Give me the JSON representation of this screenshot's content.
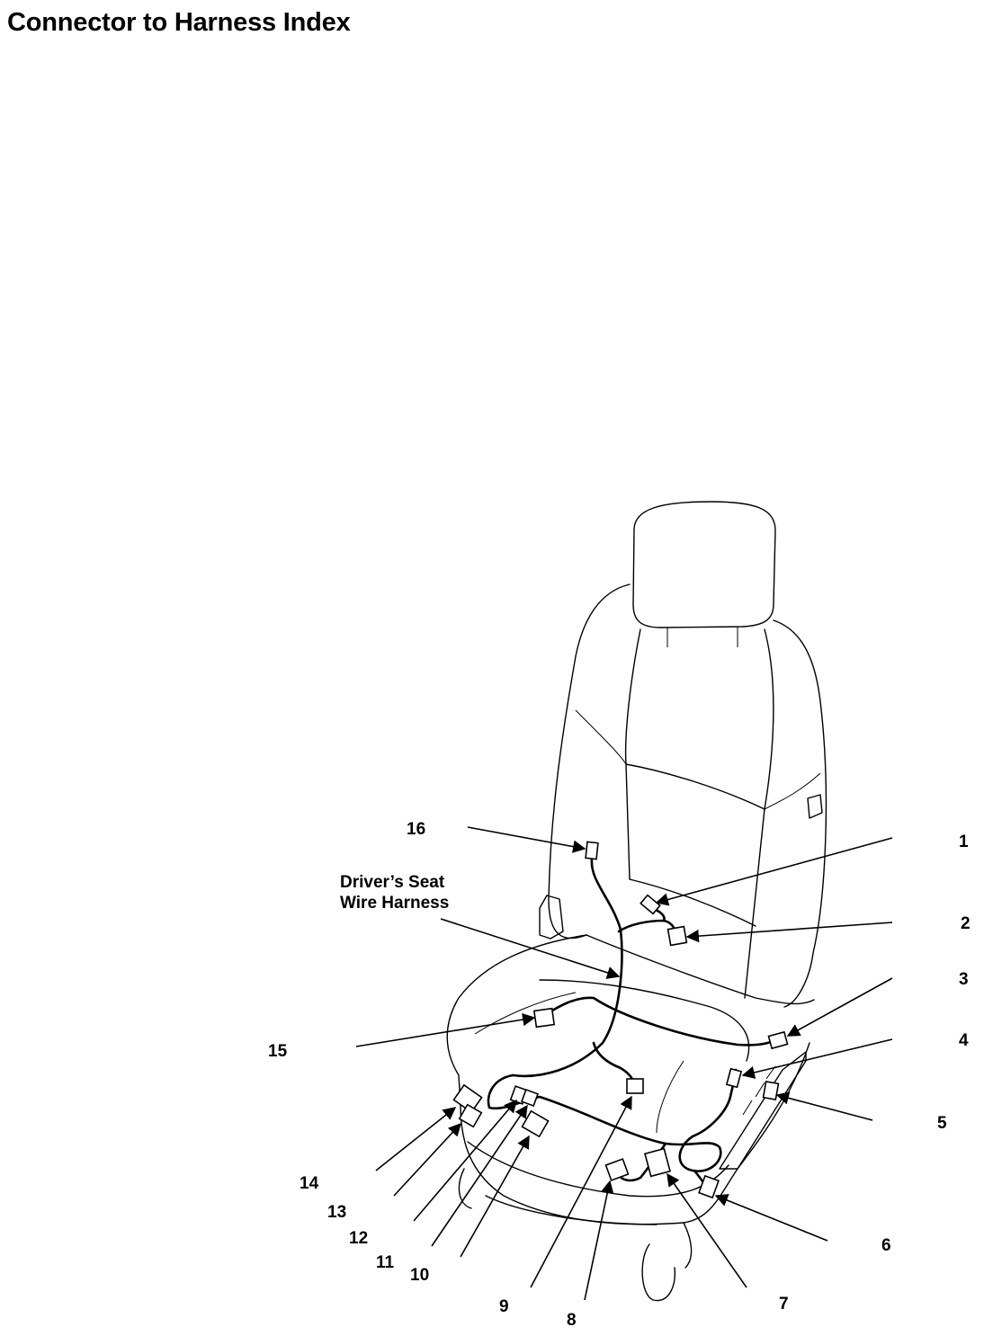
{
  "title": "Connector to Harness Index",
  "harness_label": {
    "line1": "Driver’s Seat",
    "line2": "Wire Harness"
  },
  "callouts": [
    "1",
    "2",
    "3",
    "4",
    "5",
    "6",
    "7",
    "8",
    "9",
    "10",
    "11",
    "12",
    "13",
    "14",
    "15",
    "16"
  ]
}
